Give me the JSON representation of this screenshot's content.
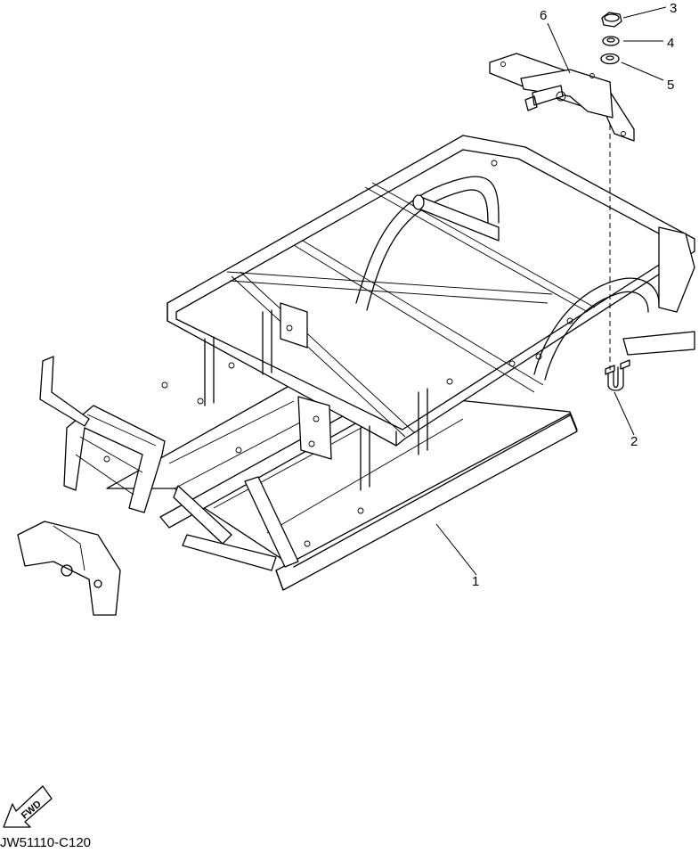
{
  "diagram": {
    "callouts": [
      {
        "id": "1",
        "label": "1"
      },
      {
        "id": "2",
        "label": "2"
      },
      {
        "id": "3",
        "label": "3"
      },
      {
        "id": "4",
        "label": "4"
      },
      {
        "id": "5",
        "label": "5"
      },
      {
        "id": "6",
        "label": "6"
      }
    ],
    "direction_arrow": {
      "label": "FWD",
      "icon": "fwd-arrow-icon"
    },
    "drawing_code": "JW51110-C120"
  }
}
